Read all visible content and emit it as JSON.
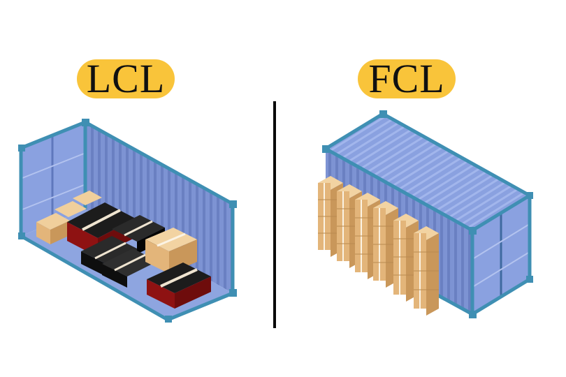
{
  "labels": {
    "left": "LCL",
    "right": "FCL"
  },
  "colors": {
    "pill": "#f9c43a",
    "container_blue": "#7f96d6",
    "container_frame": "#3f8fb3",
    "cardboard": "#e1b77c",
    "crate_red": "#8e1212",
    "crate_black": "#1a1a1a",
    "divider": "#0a0a0a"
  },
  "panels": [
    {
      "id": "lcl",
      "title": "LCL",
      "description": "Open container partially loaded with mixed cargo"
    },
    {
      "id": "fcl",
      "title": "FCL",
      "description": "Closed container with full stack of cardboard boxes"
    }
  ]
}
